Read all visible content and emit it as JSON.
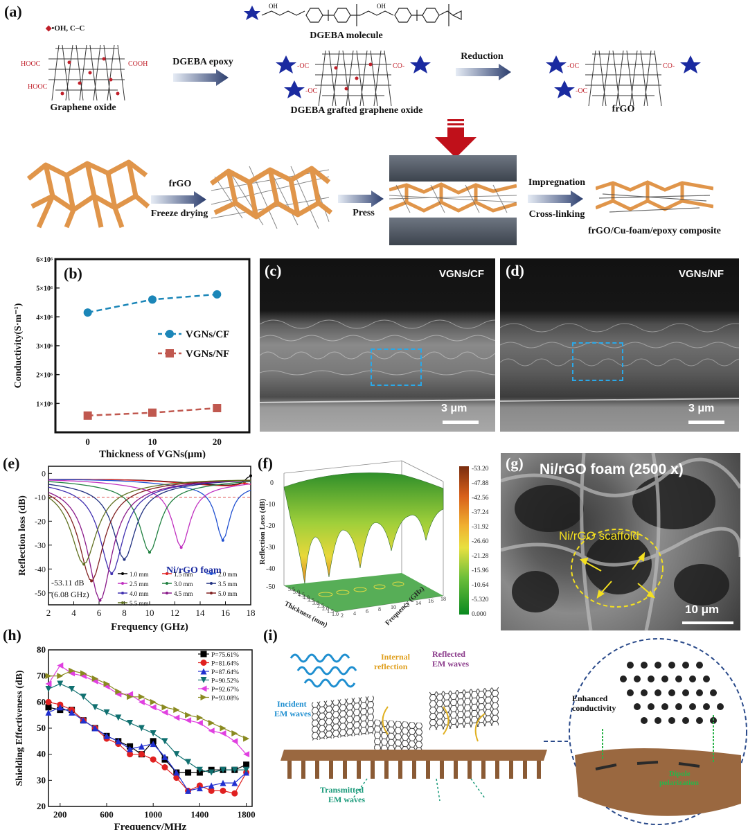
{
  "figure": {
    "panel_labels": [
      "(a)",
      "(b)",
      "(c)",
      "(d)",
      "(e)",
      "(f)",
      "(g)",
      "(h)",
      "(i)"
    ]
  },
  "panel_a": {
    "legend_text": "•OH, C–C",
    "molecule_name": "DGEBA molecule",
    "step1": "DGEBA epoxy",
    "step2": "Reduction",
    "start_name": "Graphene oxide",
    "mid_name": "DGEBA grafted graphene oxide",
    "end_name": "frGO",
    "cooh": "COOH",
    "hooc": "HOOC",
    "oc": "-OC",
    "co": "CO-",
    "row2_step1_top": "frGO",
    "row2_step1_bottom": "Freeze drying",
    "row2_step2": "Press",
    "row2_step3_top": "Impregnation",
    "row2_step3_bottom": "Cross-linking",
    "row2_product": "frGO/Cu-foam/epoxy composite"
  },
  "panel_b": {
    "chart_data": {
      "type": "line",
      "x": [
        0,
        10,
        20
      ],
      "series": [
        {
          "name": "VGNs/CF",
          "values": [
            4150000,
            4600000,
            4780000
          ],
          "color": "#1b86b8"
        },
        {
          "name": "VGNs/NF",
          "values": [
            580000,
            680000,
            840000
          ],
          "color": "#c0584f"
        }
      ],
      "xlabel": "Thickness of VGNs(μm)",
      "ylabel": "Conductivity(S·m⁻¹)",
      "xticks": [
        "0",
        "10",
        "20"
      ],
      "yticks": [
        "1×10⁶",
        "2×10⁶",
        "3×10⁶",
        "4×10⁶",
        "5×10⁶",
        "6×10⁶"
      ],
      "xlim": [
        -5,
        25
      ],
      "ylim": [
        0,
        6000000
      ],
      "legend_position": "center-right"
    }
  },
  "panel_c": {
    "title": "VGNs/CF",
    "scale": "3 μm"
  },
  "panel_d": {
    "title": "VGNs/NF",
    "scale": "3 μm"
  },
  "panel_e": {
    "chart_data": {
      "type": "line",
      "xlabel": "Frequency (GHz)",
      "ylabel": "Reflection loss (dB)",
      "xlim": [
        2,
        18
      ],
      "ylim": [
        -55,
        3
      ],
      "xticks": [
        "2",
        "4",
        "6",
        "8",
        "10",
        "12",
        "14",
        "16",
        "18"
      ],
      "yticks": [
        "0",
        "-10",
        "-20",
        "-30",
        "-40",
        "-50"
      ],
      "annotation_title": "Ni/rGO foam",
      "annotation_value": "-53.11 dB",
      "annotation_freq": "(6.08 GHz)",
      "series": [
        {
          "name": "1.0 mm",
          "color": "#000000",
          "min_freq": 18,
          "min_rl": -1
        },
        {
          "name": "1.5 mm",
          "color": "#e02020",
          "min_freq": 17.5,
          "min_rl": -4
        },
        {
          "name": "2.0 mm",
          "color": "#2050d0",
          "min_freq": 15.8,
          "min_rl": -28
        },
        {
          "name": "2.5 mm",
          "color": "#c030c0",
          "min_freq": 12.5,
          "min_rl": -31
        },
        {
          "name": "3.0 mm",
          "color": "#208040",
          "min_freq": 10.0,
          "min_rl": -33
        },
        {
          "name": "3.5 mm",
          "color": "#203080",
          "min_freq": 8.0,
          "min_rl": -36
        },
        {
          "name": "4.0 mm",
          "color": "#4030b0",
          "min_freq": 7.0,
          "min_rl": -42
        },
        {
          "name": "4.5 mm",
          "color": "#8a1a8a",
          "min_freq": 6.08,
          "min_rl": -53.11
        },
        {
          "name": "5.0 mm",
          "color": "#802020",
          "min_freq": 5.4,
          "min_rl": -45
        },
        {
          "name": "5.5 mm",
          "color": "#607020",
          "min_freq": 4.8,
          "min_rl": -38
        }
      ]
    }
  },
  "panel_f": {
    "xlabel": "Thickness (mm)",
    "ylabel": "Frequency (GHz)",
    "zlabel": "Reflection Loss (dB)",
    "zticks": [
      "0",
      "-10",
      "-20",
      "-30",
      "-40",
      "-50"
    ],
    "thickness_ticks": [
      "5.5",
      "5.0",
      "4.5",
      "4.0",
      "3.5",
      "3.0",
      "2.5",
      "2.0",
      "1.5",
      "1.0"
    ],
    "freq_ticks": [
      "2",
      "4",
      "6",
      "8",
      "10",
      "12",
      "14",
      "16",
      "18"
    ],
    "colorbar": [
      "-53.20",
      "-47.88",
      "-42.56",
      "-37.24",
      "-31.92",
      "-26.60",
      "-21.28",
      "-15.96",
      "-10.64",
      "-5.320",
      "0.000"
    ]
  },
  "panel_g": {
    "title": "Ni/rGO foam (2500 x)",
    "annotation": "Ni/rGO scaffold",
    "scale": "10 μm"
  },
  "panel_h": {
    "chart_data": {
      "type": "line",
      "xlabel": "Frequency/MHz",
      "ylabel": "Shielding Effectiveness (dB)",
      "xlim": [
        100,
        1850
      ],
      "ylim": [
        20,
        80
      ],
      "xticks": [
        "200",
        "600",
        "1000",
        "1400",
        "1800"
      ],
      "yticks": [
        "20",
        "30",
        "40",
        "50",
        "60",
        "70",
        "80"
      ],
      "x": [
        100,
        200,
        300,
        400,
        500,
        600,
        700,
        800,
        900,
        1000,
        1100,
        1200,
        1300,
        1400,
        1500,
        1600,
        1700,
        1800
      ],
      "series": [
        {
          "name": "P=75.61%",
          "color": "#000000",
          "marker": "square",
          "values": [
            58,
            57,
            57,
            53,
            50,
            47,
            45,
            43,
            40,
            45,
            38,
            33,
            33,
            33,
            34,
            34,
            34,
            36
          ]
        },
        {
          "name": "P=81.64%",
          "color": "#e02020",
          "marker": "circle",
          "values": [
            60,
            59,
            57,
            53,
            50,
            46,
            44,
            40,
            40,
            38,
            35,
            31,
            26,
            28,
            26,
            26,
            25,
            33
          ]
        },
        {
          "name": "P=87.64%",
          "color": "#2030d0",
          "marker": "triangle-up",
          "values": [
            56,
            58,
            56,
            53,
            50,
            47,
            45,
            42,
            43,
            44,
            39,
            33,
            26,
            27,
            28,
            29,
            29,
            33
          ]
        },
        {
          "name": "P=90.52%",
          "color": "#107070",
          "marker": "triangle-down",
          "values": [
            65,
            67,
            65,
            62,
            58,
            56,
            54,
            52,
            50,
            48,
            45,
            40,
            37,
            34,
            33,
            34,
            34,
            34
          ]
        },
        {
          "name": "P=92.67%",
          "color": "#e040e0",
          "marker": "triangle-left",
          "values": [
            67,
            74,
            71,
            70,
            68,
            66,
            63,
            63,
            60,
            58,
            56,
            54,
            53,
            52,
            49,
            48,
            45,
            40
          ]
        },
        {
          "name": "P=93.08%",
          "color": "#8a8a20",
          "marker": "triangle-right",
          "values": [
            70,
            70,
            72,
            71,
            69,
            67,
            64,
            62,
            62,
            60,
            58,
            57,
            55,
            54,
            52,
            50,
            48,
            46
          ]
        }
      ],
      "legend_position": "top-right"
    }
  },
  "panel_i": {
    "incident": [
      "Incident",
      "EM waves"
    ],
    "internal": [
      "Internal",
      "reflection"
    ],
    "reflected": [
      "Reflected",
      "EM waves"
    ],
    "transmitted": [
      "Transmitted",
      "EM waves"
    ],
    "enhanced": [
      "Enhanced",
      "conductivity"
    ],
    "polarization": [
      "Dipole",
      "polarization"
    ]
  }
}
